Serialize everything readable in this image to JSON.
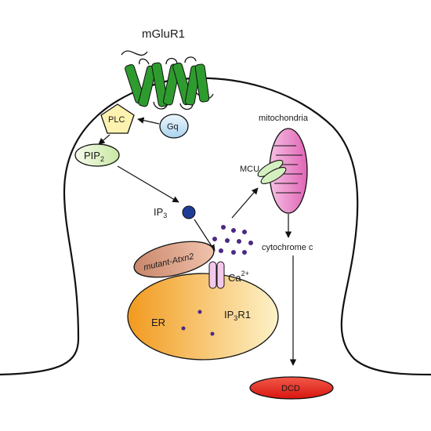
{
  "labels": {
    "receptor": "mGluR1",
    "plc": "PLC",
    "gq": "Gq",
    "pip_main": "PIP",
    "pip_sub": "2",
    "ip3_main": "IP",
    "ip3_sub": "3",
    "mitochondria": "mitochondria",
    "mcu": "MCU",
    "mutant_prefix": "mutant-",
    "mutant_gene": "Atxn2",
    "calcium_main": "Ca",
    "calcium_sup": "2+",
    "er": "ER",
    "ip3r_main": "IP",
    "ip3r_sub": "3",
    "ip3r_tail": "R1",
    "cytochrome": "cytochrome c",
    "dcd": "DCD"
  },
  "colors": {
    "receptor": "#2e9b2e",
    "plc": "#fdf2b0",
    "gq": "#cfe6f5",
    "pip2": "#dff2c4",
    "ip3_dot": "#1f3c99",
    "calcium_dot": "#4a2a85",
    "mitochondria": "#e87fc4",
    "mcu": "#d5f0c0",
    "mutant_atxn2": "#e2a488",
    "er_start": "#f29a1e",
    "er_end": "#fdf2c8",
    "ip3r1": "#f3c8ec",
    "dcd": "#e8201c"
  }
}
